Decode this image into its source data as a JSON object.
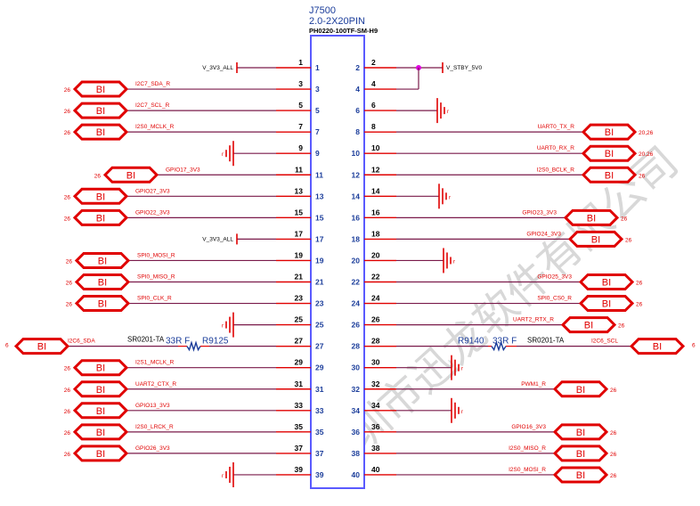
{
  "connector": {
    "refdes": "J7500",
    "value": "2.0-2X20PIN",
    "part_number": "PH0220-100TF-SM-H9"
  },
  "colors": {
    "wire": "#e00000",
    "net_wire": "#7a1a4a",
    "box": "#5a5aff",
    "junction": "#e000e0"
  },
  "watermark": "深圳市迅龙软件有限公司",
  "offpage_label": "BI",
  "left_pins": [
    {
      "pin": "1",
      "type": "power",
      "net": "V_3V3_ALL"
    },
    {
      "pin": "3",
      "type": "offpage",
      "net": "I2C7_SDA_R",
      "pages": "26"
    },
    {
      "pin": "5",
      "type": "offpage",
      "net": "I2C7_SCL_R",
      "pages": "26"
    },
    {
      "pin": "7",
      "type": "offpage",
      "net": "I2S0_MCLK_R",
      "pages": "26"
    },
    {
      "pin": "9",
      "type": "ground",
      "net": ""
    },
    {
      "pin": "11",
      "type": "offpage",
      "net": "GPIO17_3V3",
      "pages": "26"
    },
    {
      "pin": "13",
      "type": "offpage",
      "net": "GPIO27_3V3",
      "pages": "26"
    },
    {
      "pin": "15",
      "type": "offpage",
      "net": "GPIO22_3V3",
      "pages": "26"
    },
    {
      "pin": "17",
      "type": "power",
      "net": "V_3V3_ALL"
    },
    {
      "pin": "19",
      "type": "offpage",
      "net": "SPI0_MOSI_R",
      "pages": "26"
    },
    {
      "pin": "21",
      "type": "offpage",
      "net": "SPI0_MISO_R",
      "pages": "26"
    },
    {
      "pin": "23",
      "type": "offpage",
      "net": "SPI0_CLK_R",
      "pages": "26"
    },
    {
      "pin": "25",
      "type": "ground",
      "net": ""
    },
    {
      "pin": "27",
      "type": "resistor",
      "net": "I2C6_SDA",
      "pages": "6",
      "res_ref": "R9125",
      "res_val": "33R_F",
      "res_pkg": "SR0201-TA"
    },
    {
      "pin": "29",
      "type": "offpage",
      "net": "I2S1_MCLK_R",
      "pages": "26"
    },
    {
      "pin": "31",
      "type": "offpage",
      "net": "UART2_CTX_R",
      "pages": "26"
    },
    {
      "pin": "33",
      "type": "offpage",
      "net": "GPIO13_3V3",
      "pages": "26"
    },
    {
      "pin": "35",
      "type": "offpage",
      "net": "I2S0_LRCK_R",
      "pages": "26"
    },
    {
      "pin": "37",
      "type": "offpage",
      "net": "GPIO26_3V3",
      "pages": "26"
    },
    {
      "pin": "39",
      "type": "ground",
      "net": ""
    }
  ],
  "right_pins": [
    {
      "pin": "2",
      "type": "power",
      "net": "V_STBY_5V0"
    },
    {
      "pin": "4",
      "type": "tied",
      "net": ""
    },
    {
      "pin": "6",
      "type": "ground",
      "net": ""
    },
    {
      "pin": "8",
      "type": "offpage",
      "net": "UART0_TX_R",
      "pages": "20,26"
    },
    {
      "pin": "10",
      "type": "offpage",
      "net": "UART0_RX_R",
      "pages": "20,26"
    },
    {
      "pin": "12",
      "type": "offpage",
      "net": "I2S0_BCLK_R",
      "pages": "26"
    },
    {
      "pin": "14",
      "type": "ground",
      "net": ""
    },
    {
      "pin": "16",
      "type": "offpage",
      "net": "GPIO23_3V3",
      "pages": "26"
    },
    {
      "pin": "18",
      "type": "offpage",
      "net": "GPIO24_3V3",
      "pages": "26"
    },
    {
      "pin": "20",
      "type": "ground",
      "net": ""
    },
    {
      "pin": "22",
      "type": "offpage",
      "net": "GPIO25_3V3",
      "pages": "26"
    },
    {
      "pin": "24",
      "type": "offpage",
      "net": "SPI0_CS0_R",
      "pages": "26"
    },
    {
      "pin": "26",
      "type": "offpage",
      "net": "UART2_RTX_R",
      "pages": "26"
    },
    {
      "pin": "28",
      "type": "resistor",
      "net": "I2C6_SCL",
      "pages": "6",
      "res_ref": "R9140",
      "res_val": "33R_F",
      "res_pkg": "SR0201-TA"
    },
    {
      "pin": "30",
      "type": "ground",
      "net": ""
    },
    {
      "pin": "32",
      "type": "offpage",
      "net": "PWM1_R",
      "pages": "26"
    },
    {
      "pin": "34",
      "type": "ground",
      "net": ""
    },
    {
      "pin": "36",
      "type": "offpage",
      "net": "GPIO16_3V3",
      "pages": "26"
    },
    {
      "pin": "38",
      "type": "offpage",
      "net": "I2S0_MISO_R",
      "pages": "26"
    },
    {
      "pin": "40",
      "type": "offpage",
      "net": "I2S0_MOSI_R",
      "pages": "26"
    }
  ]
}
